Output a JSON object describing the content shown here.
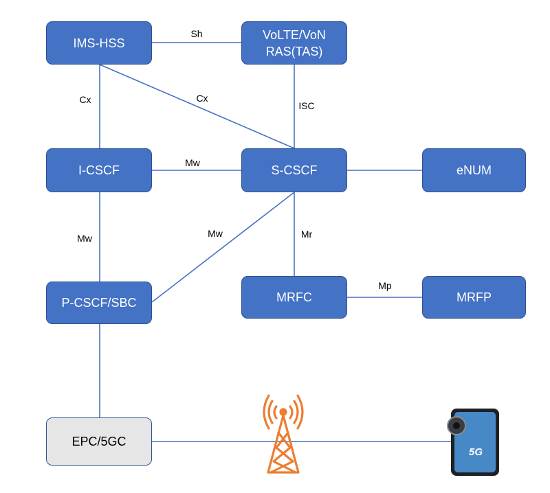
{
  "colors": {
    "node_fill": "#4472c4",
    "node_border": "#2f528f",
    "line": "#4472c4",
    "epc_fill": "#e7e6e6",
    "antenna": "#ed7d31"
  },
  "nodes": {
    "ims_hss": "IMS-HSS",
    "volte_line1": "VoLTE/VoN",
    "volte_line2": "RAS(TAS)",
    "i_cscf": "I-CSCF",
    "s_cscf": "S-CSCF",
    "enum": "eNUM",
    "p_cscf": "P-CSCF/SBC",
    "mrfc": "MRFC",
    "mrfp": "MRFP",
    "epc": "EPC/5GC"
  },
  "edges": {
    "hss_volte": "Sh",
    "hss_icscf": "Cx",
    "hss_scscf": "Cx",
    "volte_scscf": "ISC",
    "icscf_scscf": "Mw",
    "icscf_pcscf": "Mw",
    "pcscf_scscf": "Mw",
    "scscf_mrfc": "Mr",
    "mrfc_mrfp": "Mp"
  },
  "icons": {
    "tower": "cell-tower-icon",
    "phone": "smartphone-icon",
    "phone_badge": "5G"
  }
}
